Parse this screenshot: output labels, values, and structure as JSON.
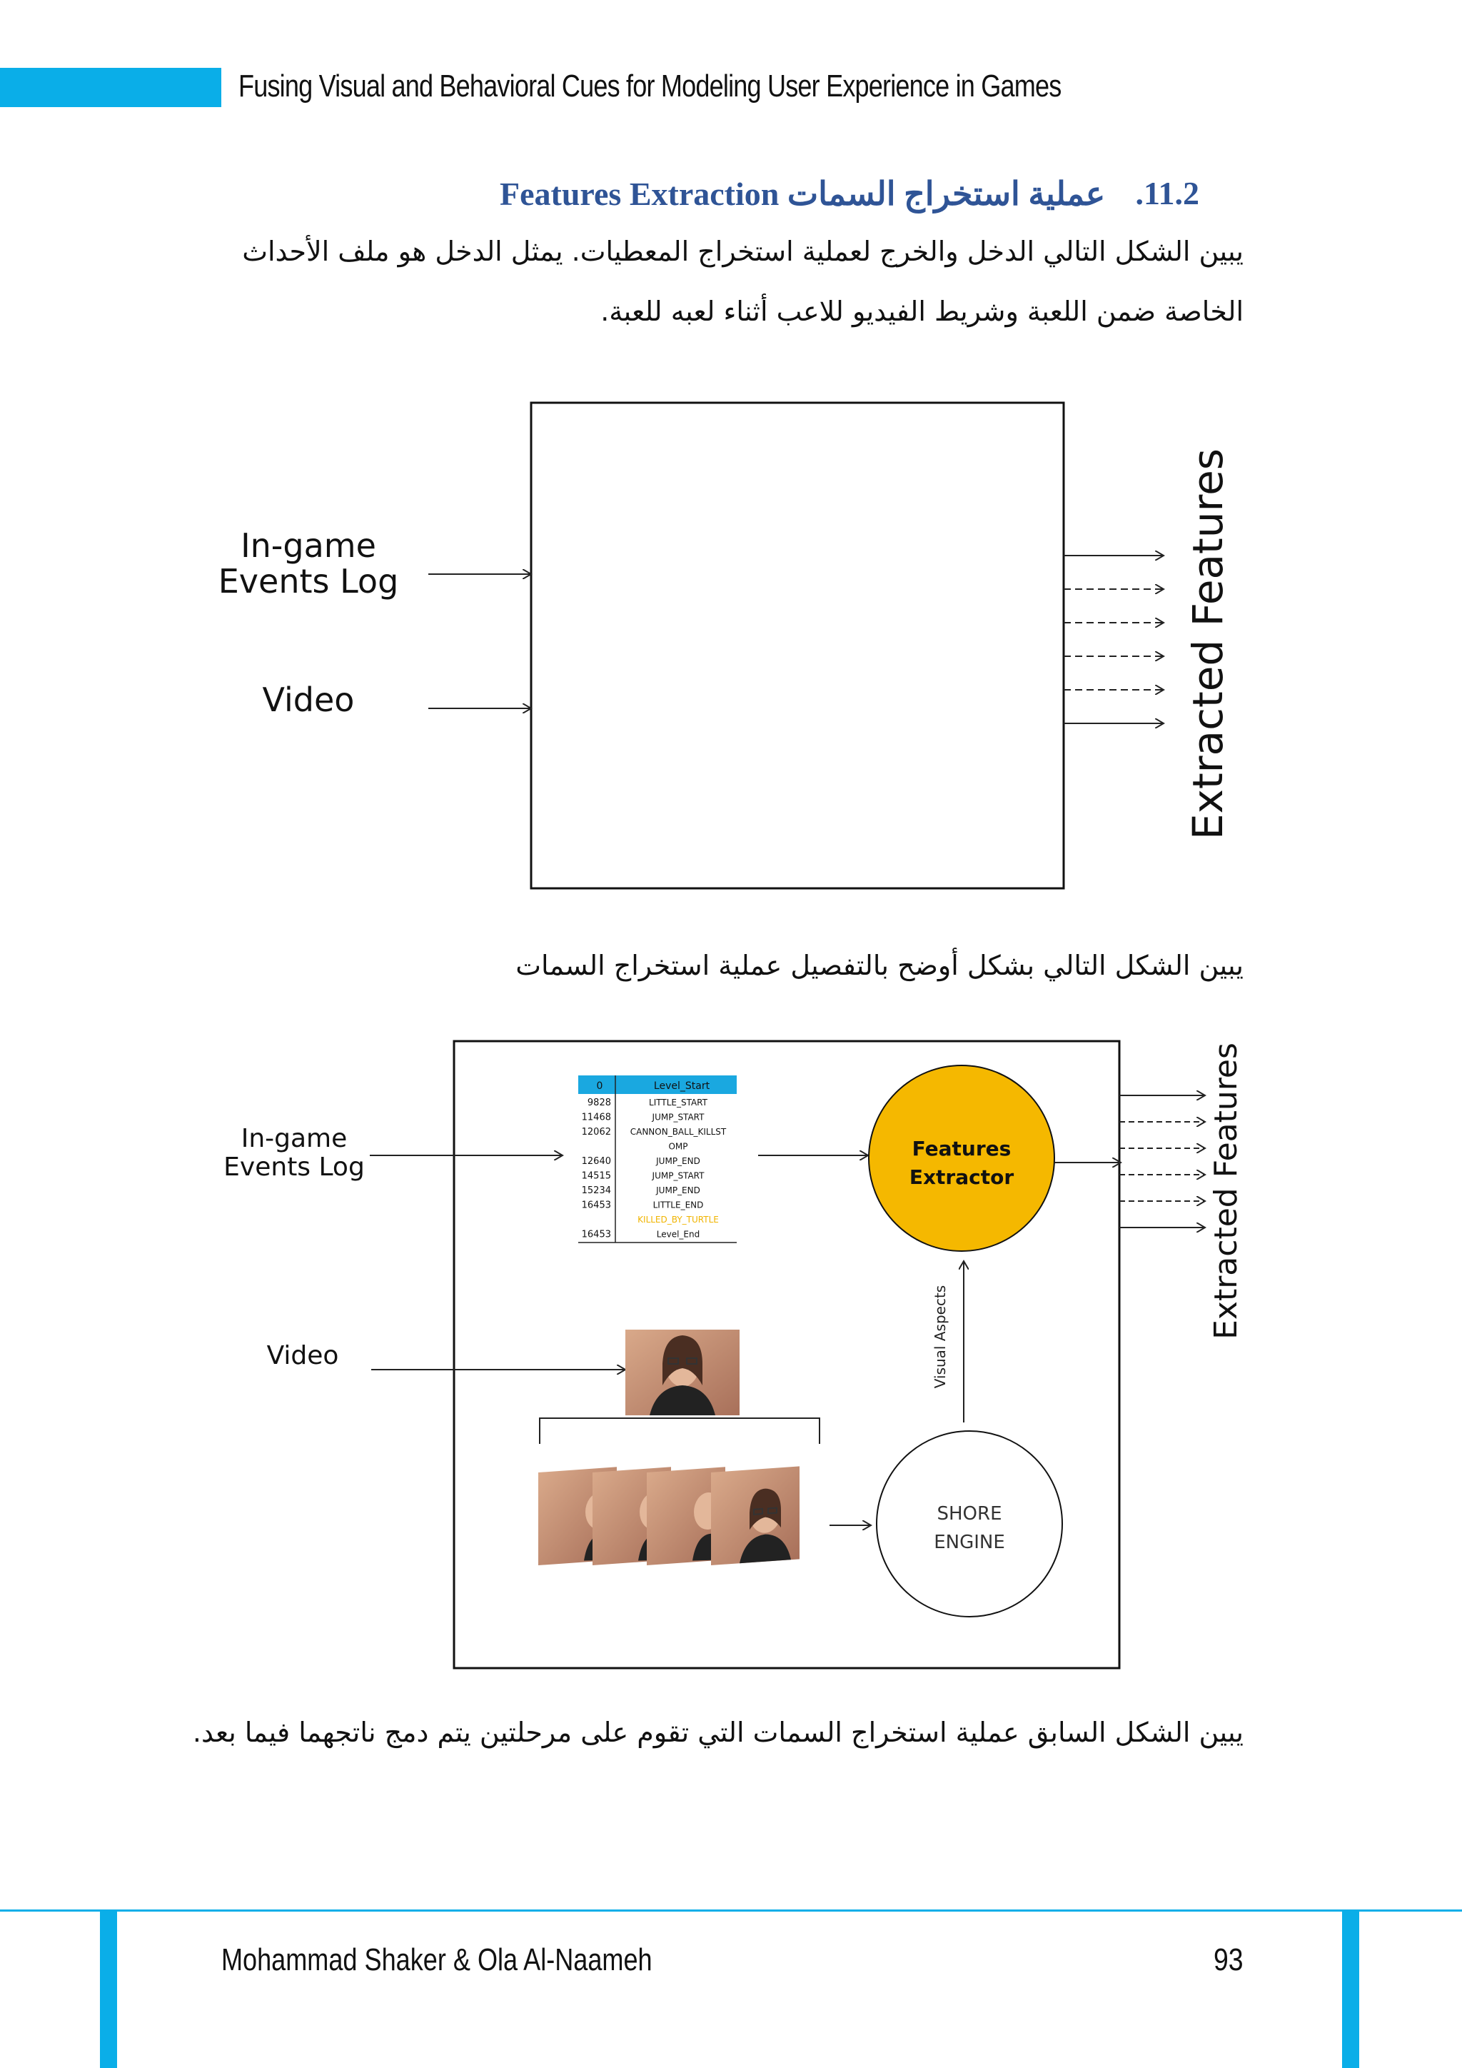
{
  "header": {
    "title": "Fusing Visual and Behavioral Cues for Modeling User Experience in Games",
    "accent_color": "#0aaee8"
  },
  "section": {
    "number": ".11.2",
    "title": "Features Extraction عملية استخراج السمات",
    "color": "#2f5496"
  },
  "paragraphs": {
    "p1_line1": "يبين الشكل التالي الدخل والخرج لعملية استخراج المعطيات. يمثل الدخل هو ملف الأحداث",
    "p1_line2": "الخاصة ضمن اللعبة وشريط الفيديو للاعب أثناء لعبه للعبة.",
    "p2": "يبين الشكل التالي بشكل أوضح بالتفصيل عملية استخراج السمات",
    "p3": "يبين الشكل السابق عملية استخراج السمات التي تقوم على مرحلتين يتم دمج ناتجهما فيما بعد."
  },
  "figure1": {
    "input1_line1": "In-game",
    "input1_line2": "Events Log",
    "input2": "Video",
    "output": "Extracted Features"
  },
  "figure2": {
    "input1_line1": "In-game",
    "input1_line2": "Events Log",
    "input2": "Video",
    "output": "Extracted Features",
    "extractor_line1": "Features",
    "extractor_line2": "Extractor",
    "extractor_color": "#f5b800",
    "engine_line1": "SHORE",
    "engine_line2": "ENGINE",
    "visual_aspects": "Visual Aspects",
    "log_header": [
      "0",
      "Level_Start"
    ],
    "log_rows": [
      [
        "9828",
        "LITTLE_START"
      ],
      [
        "11468",
        "JUMP_START"
      ],
      [
        "12062",
        "CANNON_BALL_KILLST"
      ],
      [
        "",
        "OMP"
      ],
      [
        "12640",
        "JUMP_END"
      ],
      [
        "14515",
        "JUMP_START"
      ],
      [
        "15234",
        "JUMP_END"
      ],
      [
        "16453",
        "LITTLE_END"
      ],
      [
        "",
        "KILLED_BY_TURTLE"
      ],
      [
        "16453",
        "Level_End"
      ]
    ]
  },
  "footer": {
    "authors": "Mohammad Shaker & Ola Al-Naameh",
    "page_number": "93"
  }
}
